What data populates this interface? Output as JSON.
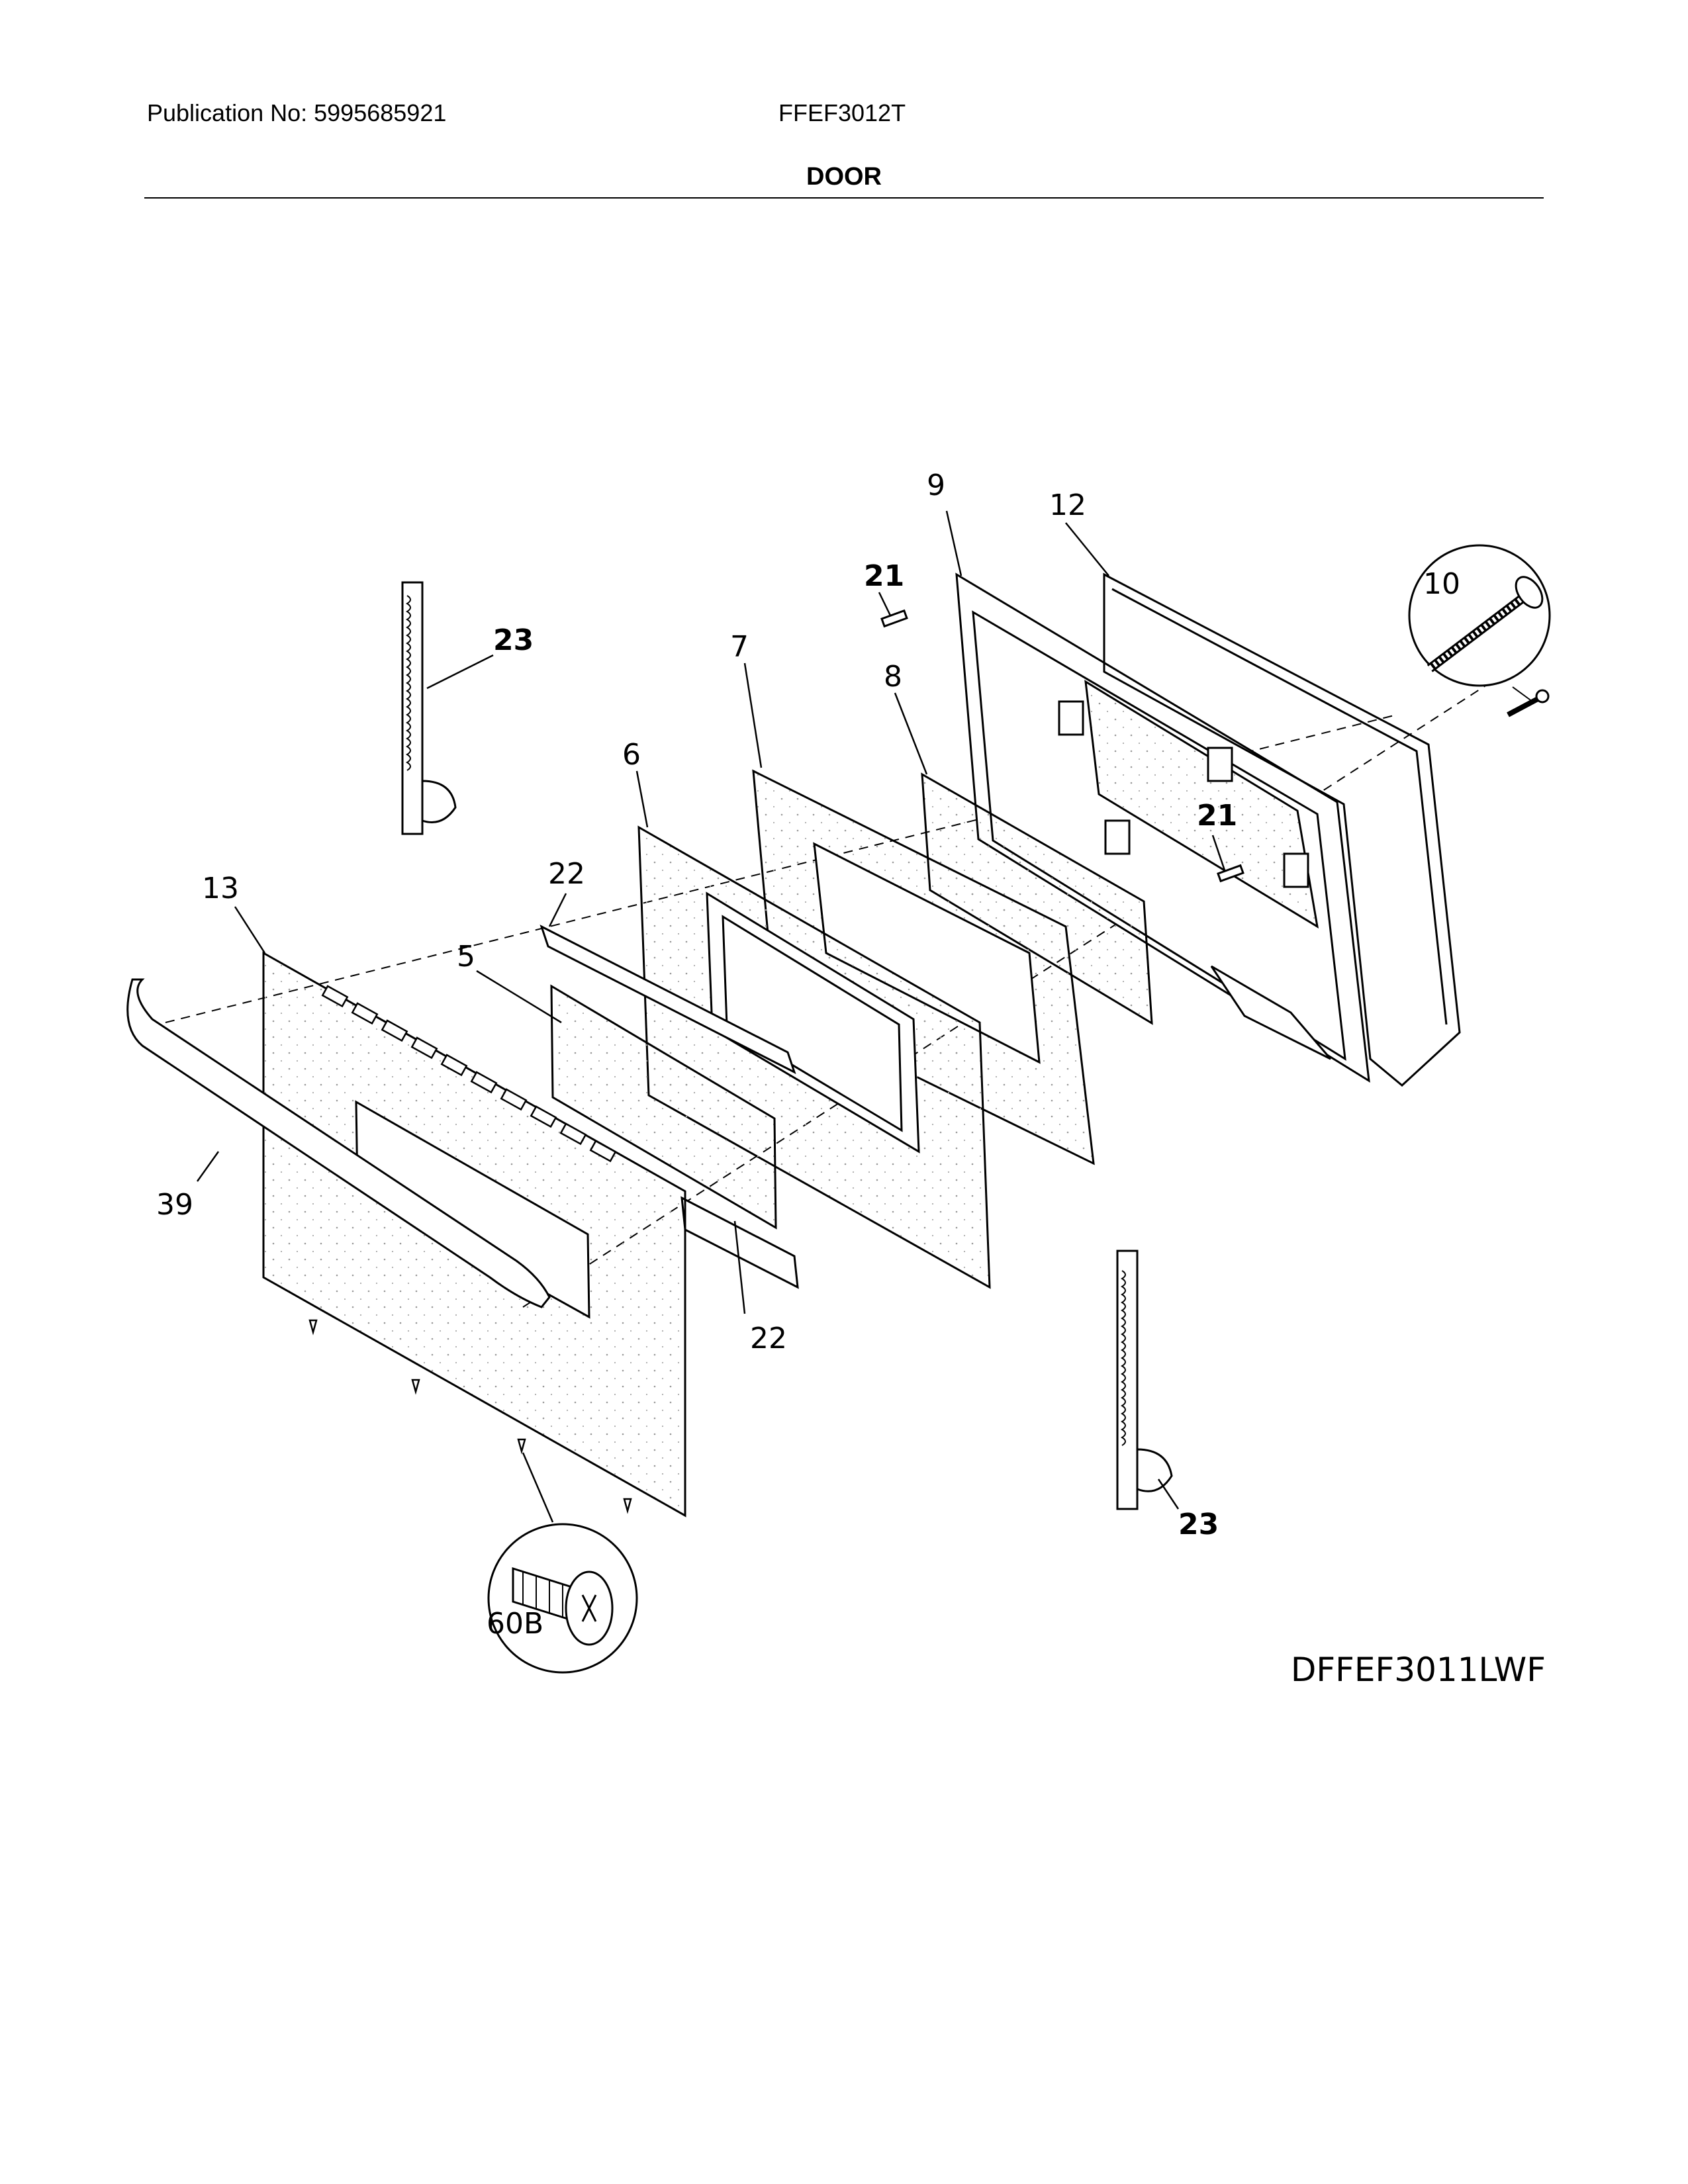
{
  "header": {
    "publication": "Publication No: 5995685921",
    "model": "FFEF3012T",
    "section_title": "DOOR"
  },
  "diagram_code": "DFFEF3011LWF",
  "callouts": {
    "c9": "9",
    "c12": "12",
    "c10": "10",
    "c21_top": "21",
    "c21_mid": "21",
    "c23_top": "23",
    "c23_bottom": "23",
    "c7": "7",
    "c8": "8",
    "c6": "6",
    "c22_top": "22",
    "c22_bottom": "22",
    "c13": "13",
    "c5": "5",
    "c39": "39",
    "c60b": "60B"
  }
}
